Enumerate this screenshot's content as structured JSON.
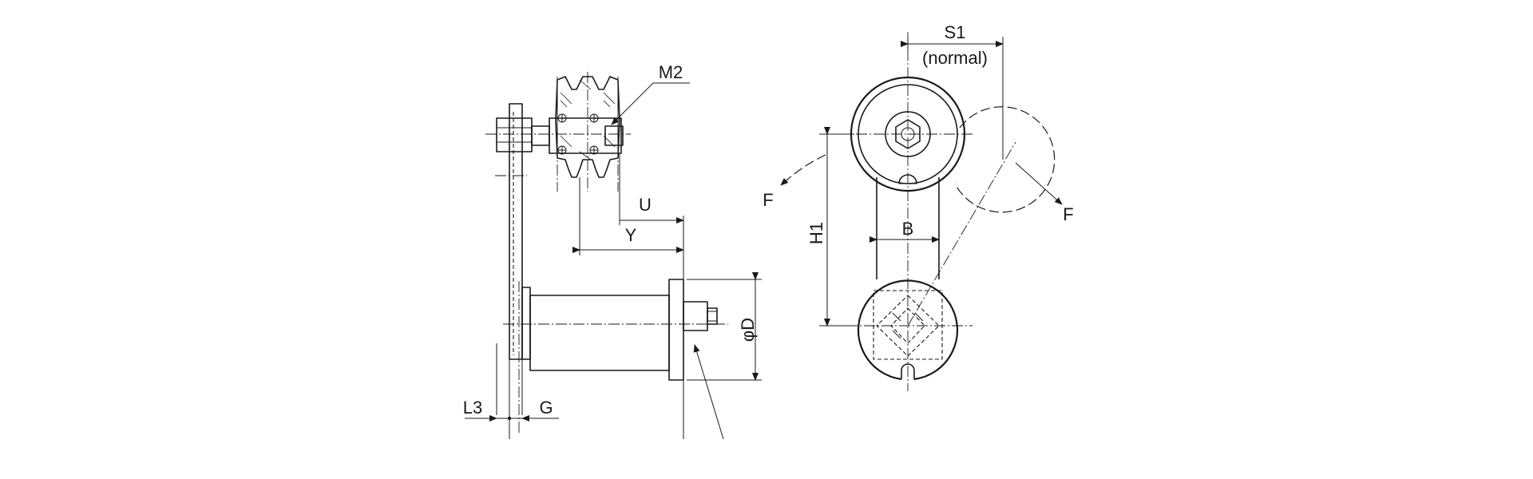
{
  "labels": {
    "m2": "M2",
    "u": "U",
    "y": "Y",
    "d": "φD",
    "l3": "L3",
    "g": "G",
    "s1": "S1",
    "normal": "(normal)",
    "h1": "H1",
    "b": "B",
    "f_left": "F",
    "f_right": "F"
  },
  "colors": {
    "line": "#1a1a1a",
    "background": "#ffffff"
  }
}
